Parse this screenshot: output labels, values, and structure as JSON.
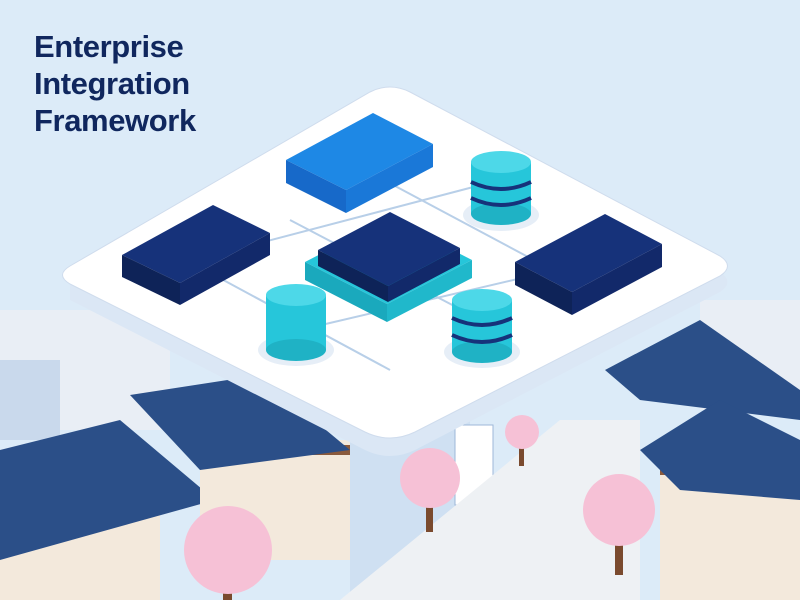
{
  "title": {
    "lines": [
      "Enterprise",
      "Integration",
      "Framework"
    ]
  },
  "colors": {
    "sky": "#dcebf8",
    "platform": "#ffffff",
    "navy": "#16327a",
    "blue": "#1e88e5",
    "cyan": "#26c6da",
    "roof": "#2b4f88",
    "wood": "#8a5a3c",
    "blossom": "#f6c1d6"
  },
  "icons": {
    "server_blocks": "server-block-icon",
    "databases": "database-cylinder-icon",
    "trees": "cherry-blossom-tree-icon",
    "houses": "hanok-house-icon"
  }
}
